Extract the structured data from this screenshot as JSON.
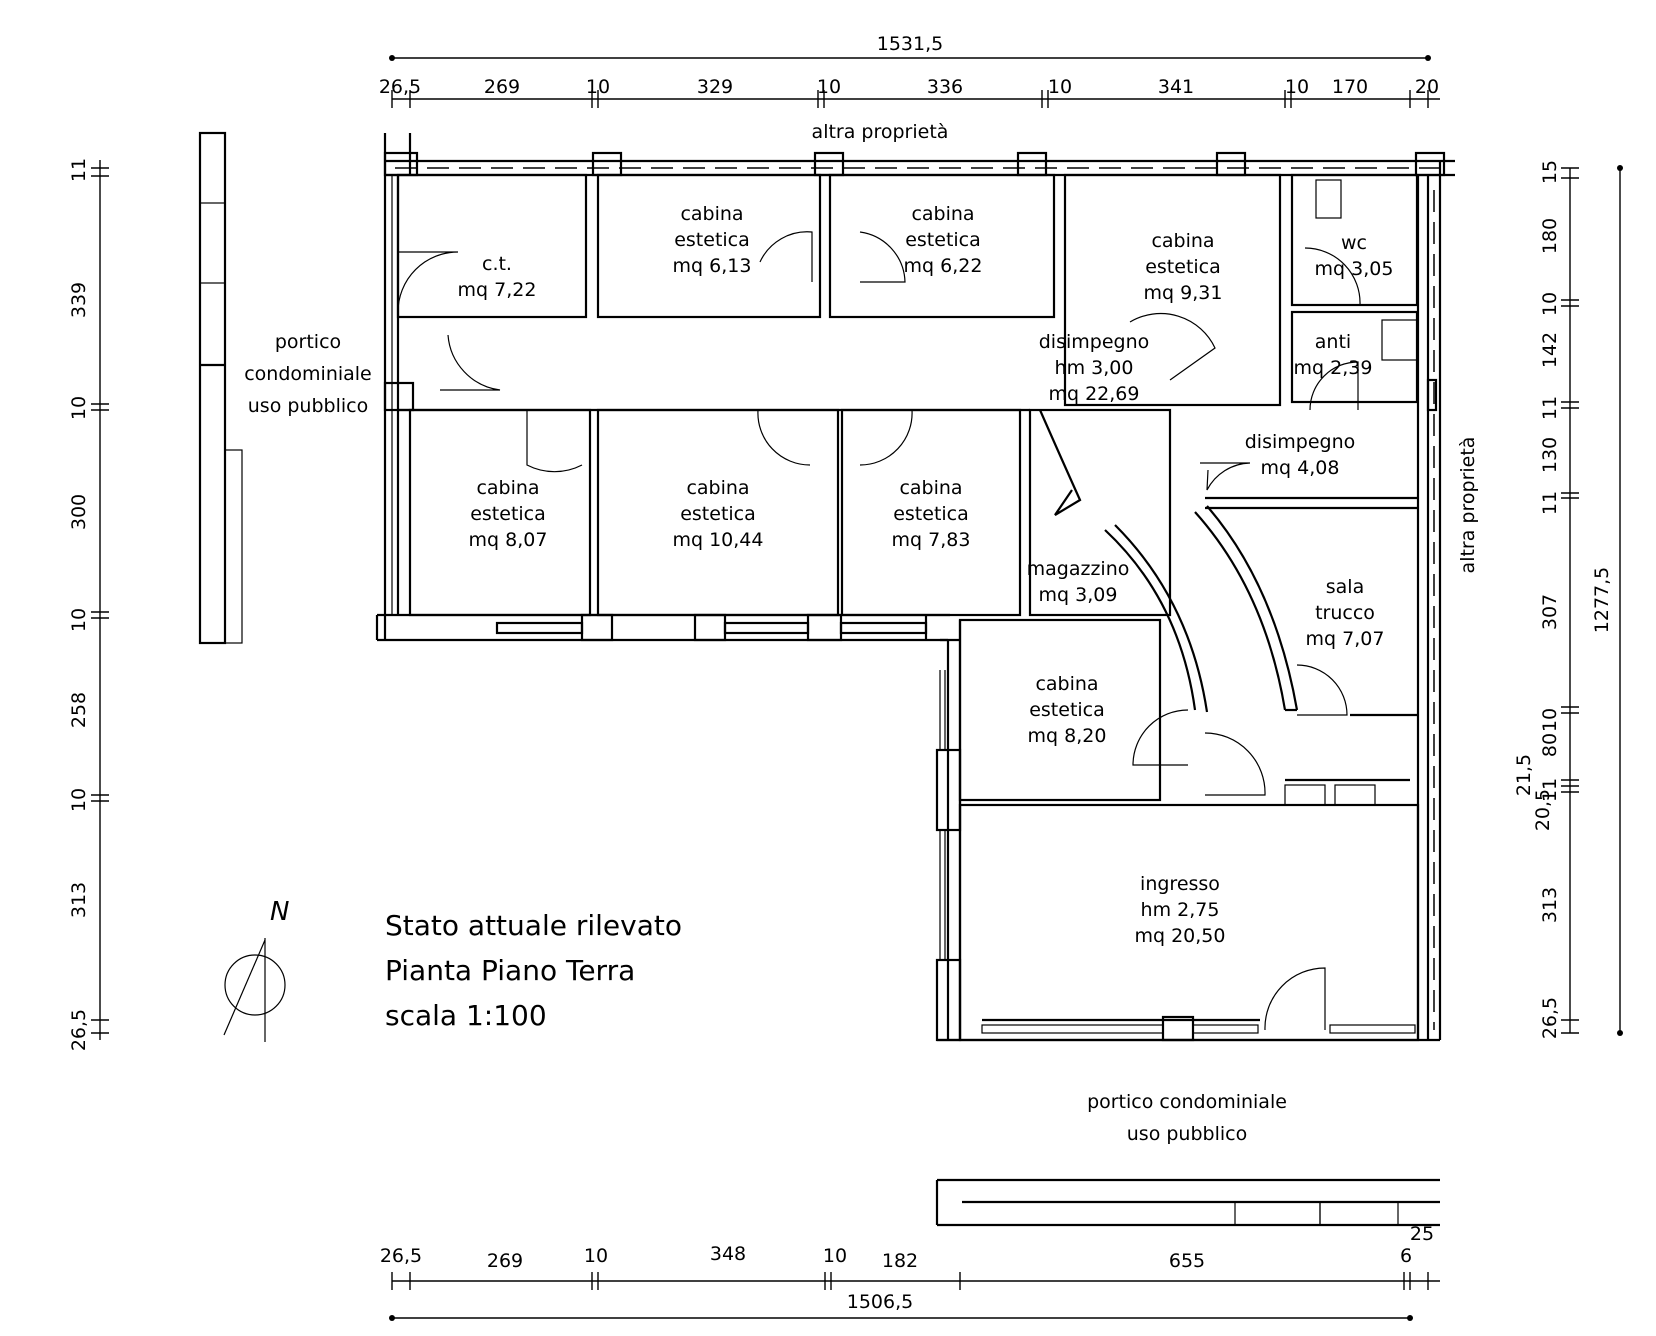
{
  "drawing": {
    "title_lines": [
      "Stato attuale rilevato",
      "Pianta Piano Terra",
      "scala 1:100"
    ],
    "north_label": "N"
  },
  "neighbors": {
    "top": "altra proprietà",
    "right": "altra proprietà",
    "left": [
      "portico",
      "condominiale",
      "uso pubblico"
    ],
    "bottom": [
      "portico condominiale",
      "uso pubblico"
    ]
  },
  "rooms": [
    {
      "id": "ct",
      "lines": [
        "c.t.",
        "mq  7,22"
      ]
    },
    {
      "id": "cab-top-1",
      "lines": [
        "cabina",
        "estetica",
        "mq  6,13"
      ]
    },
    {
      "id": "cab-top-2",
      "lines": [
        "cabina",
        "estetica",
        "mq  6,22"
      ]
    },
    {
      "id": "cab-top-3",
      "lines": [
        "cabina",
        "estetica",
        "mq  9,31"
      ]
    },
    {
      "id": "wc",
      "lines": [
        "wc",
        "mq  3,05"
      ]
    },
    {
      "id": "anti",
      "lines": [
        "anti",
        "mq  2,39"
      ]
    },
    {
      "id": "disimpegno-main",
      "lines": [
        "disimpegno",
        "hm  3,00",
        "mq  22,69"
      ]
    },
    {
      "id": "disimpegno-small",
      "lines": [
        "disimpegno",
        "mq  4,08"
      ]
    },
    {
      "id": "cab-mid-1",
      "lines": [
        "cabina",
        "estetica",
        "mq  8,07"
      ]
    },
    {
      "id": "cab-mid-2",
      "lines": [
        "cabina",
        "estetica",
        "mq  10,44"
      ]
    },
    {
      "id": "cab-mid-3",
      "lines": [
        "cabina",
        "estetica",
        "mq  7,83"
      ]
    },
    {
      "id": "magazzino",
      "lines": [
        "magazzino",
        "mq  3,09"
      ]
    },
    {
      "id": "sala-trucco",
      "lines": [
        "sala",
        "trucco",
        "mq  7,07"
      ]
    },
    {
      "id": "cab-low",
      "lines": [
        "cabina",
        "estetica",
        "mq  8,20"
      ]
    },
    {
      "id": "ingresso",
      "lines": [
        "ingresso",
        "hm  2,75",
        "mq  20,50"
      ]
    }
  ],
  "dimensions": {
    "top_total": "1531,5",
    "top_segments": [
      "26,5",
      "269",
      "10",
      "329",
      "10",
      "336",
      "10",
      "341",
      "10",
      "170",
      "20"
    ],
    "bottom_total": "1506,5",
    "bottom_segments": [
      "26,5",
      "269",
      "10",
      "348",
      "10",
      "182",
      "655",
      "6",
      "25"
    ],
    "left_segments": [
      "11",
      "339",
      "10",
      "300",
      "10",
      "258",
      "10",
      "313",
      "26,5"
    ],
    "right_total": "1277,5",
    "right_segments": [
      "15",
      "180",
      "10",
      "142",
      "11",
      "130",
      "11",
      "307",
      "10",
      "80",
      "21,5",
      "11",
      "20,5",
      "313",
      "26,5"
    ]
  }
}
